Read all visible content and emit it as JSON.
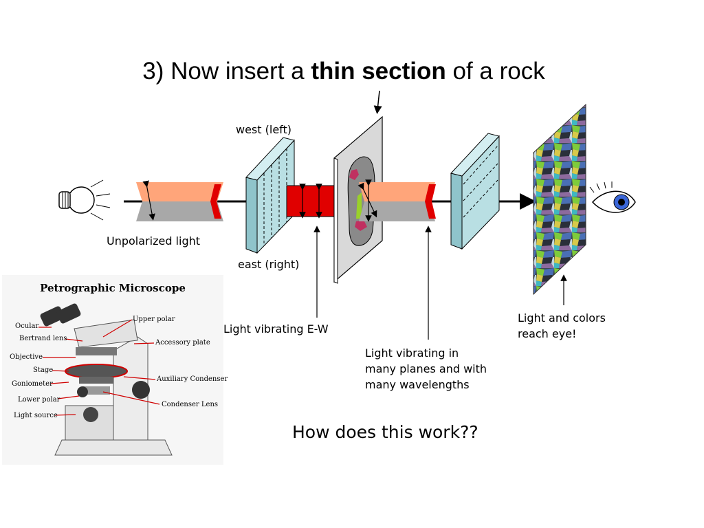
{
  "title": {
    "prefix": "3) Now insert a ",
    "bold": "thin section",
    "suffix": " of a rock"
  },
  "labels": {
    "west": "west (left)",
    "east": "east (right)",
    "unpolarized": "Unpolarized light",
    "ew": "Light vibrating E-W",
    "many_lines": [
      "Light vibrating in",
      "many planes and with",
      "many wavelengths"
    ],
    "eye_lines": [
      "Light and colors",
      "reach eye!"
    ]
  },
  "microscope": {
    "title": "Petrographic Microscope",
    "labels": {
      "ocular": "Ocular",
      "bertrand": "Bertrand lens",
      "objective": "Objective",
      "stage": "Stage",
      "goniometer": "Goniometer",
      "lower_polar": "Lower polar",
      "light_source": "Light source",
      "upper_polar": "Upper polar",
      "accessory": "Accessory plate",
      "auxiliary": "Auxiliary Condenser",
      "condenser": "Condenser Lens"
    }
  },
  "question": "How does this work??",
  "colors": {
    "polarizer": "#b9dfe3",
    "beam_orange": "#ffa57a",
    "beam_gray": "#a8a8a8",
    "ew_block": "#e00000",
    "eye_iris": "#3a66d8",
    "callout_red": "#d00000"
  }
}
